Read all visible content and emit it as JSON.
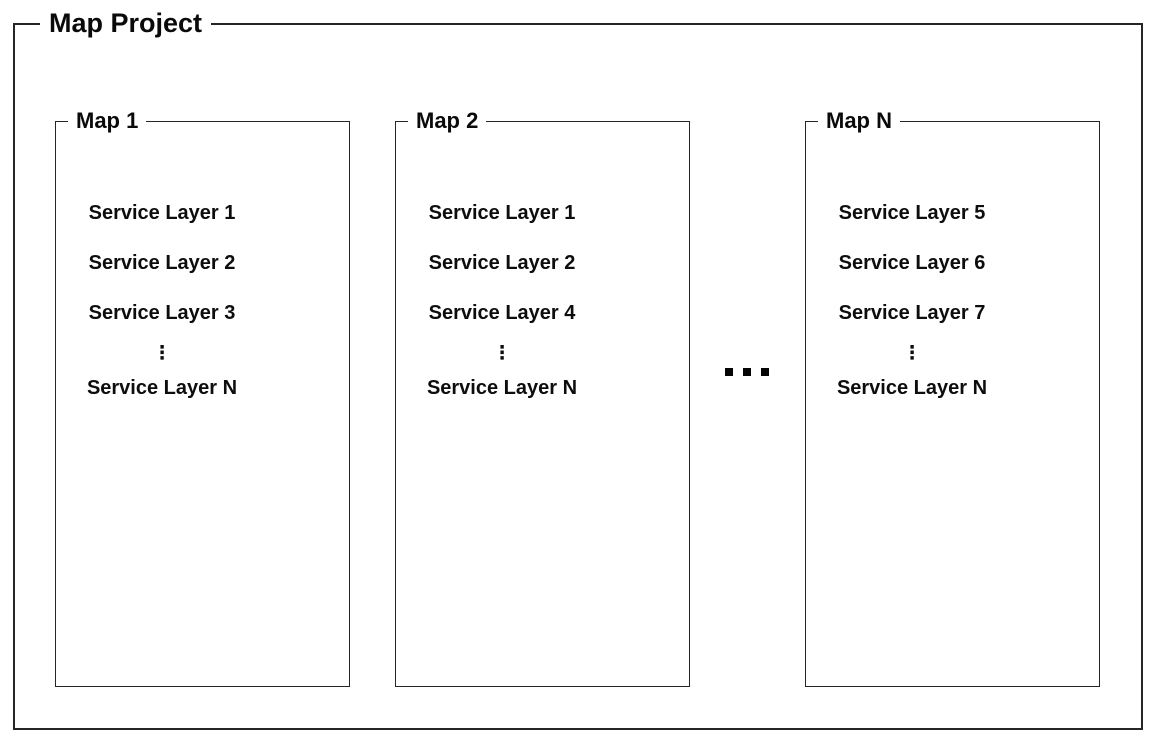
{
  "diagram": {
    "title": "Map Project",
    "continuation_ellipsis": "...",
    "maps": [
      {
        "title": "Map 1",
        "layers": [
          "Service Layer 1",
          "Service Layer 2",
          "Service Layer 3",
          "⋮",
          "Service Layer N"
        ]
      },
      {
        "title": "Map 2",
        "layers": [
          "Service Layer 1",
          "Service Layer 2",
          "Service Layer 4",
          "⋮",
          "Service Layer N"
        ]
      },
      {
        "title": "Map N",
        "layers": [
          "Service Layer 5",
          "Service Layer 6",
          "Service Layer 7",
          "⋮",
          "Service Layer N"
        ]
      }
    ]
  },
  "colors": {
    "border": "#262626",
    "text": "#0d0d0d",
    "background": "#ffffff"
  }
}
